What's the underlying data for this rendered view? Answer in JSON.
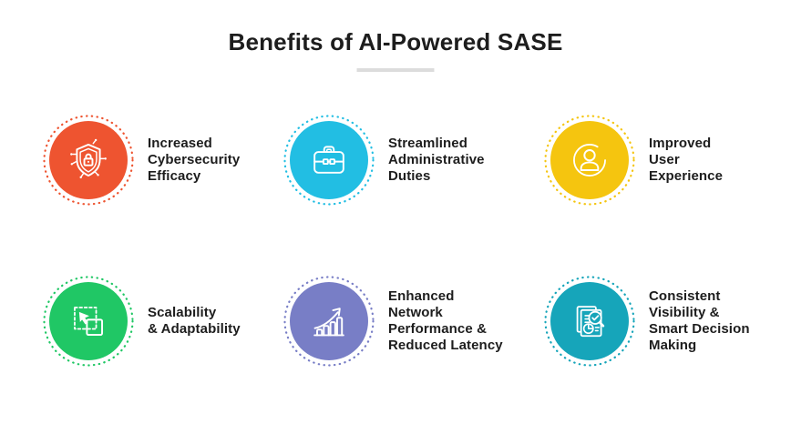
{
  "title": "Benefits of AI-Powered SASE",
  "text_color": "#1d1d1d",
  "divider_color": "#dcdcdc",
  "background_color": "#ffffff",
  "items": [
    {
      "label": "Increased\nCybersecurity\nEfficacy",
      "icon": "shield-lock-icon",
      "color": "#ee5430"
    },
    {
      "label": "Streamlined\nAdministrative\nDuties",
      "icon": "briefcase-icon",
      "color": "#22bee3"
    },
    {
      "label": "Improved\nUser\nExperience",
      "icon": "user-icon",
      "color": "#f5c50f"
    },
    {
      "label": "Scalability\n& Adaptability",
      "icon": "scale-arrow-icon",
      "color": "#20c765"
    },
    {
      "label": "Enhanced\nNetwork\nPerformance &\nReduced Latency",
      "icon": "growth-chart-icon",
      "color": "#787ec6"
    },
    {
      "label": "Consistent\nVisibility &\nSmart Decision\nMaking",
      "icon": "report-search-icon",
      "color": "#16a5ba"
    }
  ]
}
